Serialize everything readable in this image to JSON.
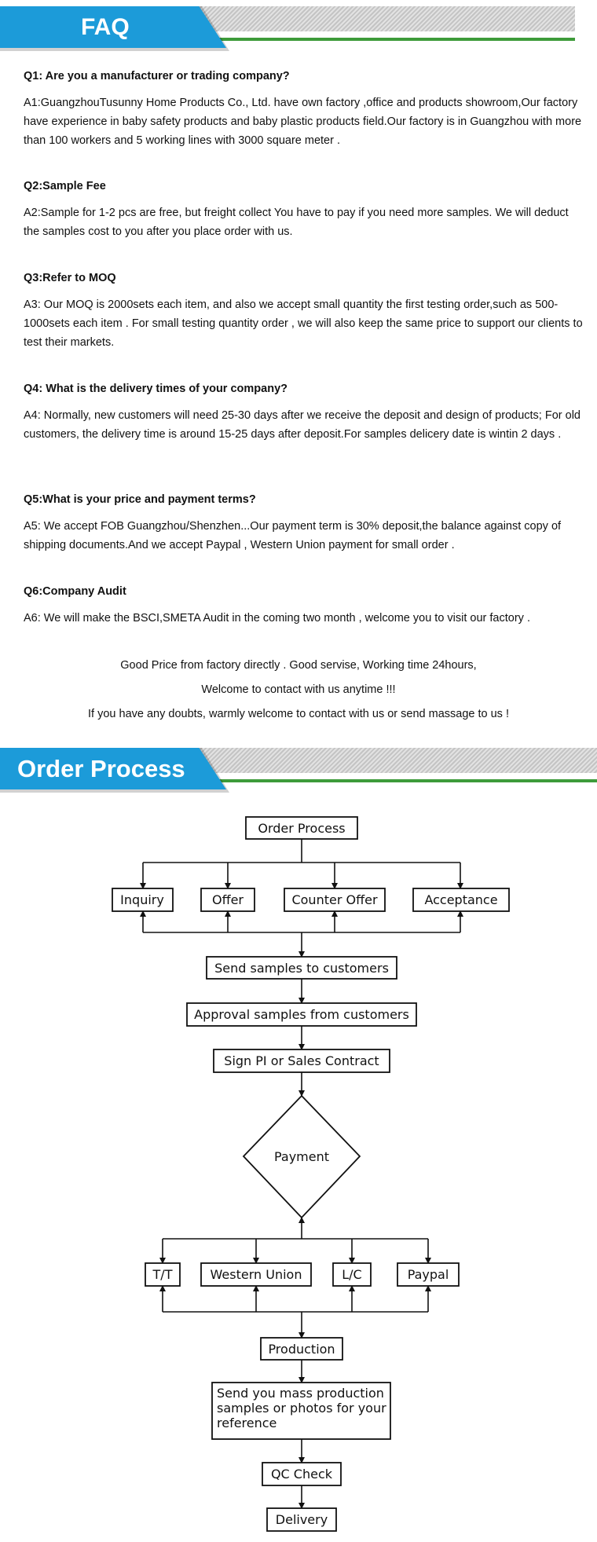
{
  "faq": {
    "title": "FAQ",
    "items": [
      {
        "q": "Q1: Are you a manufacturer or trading company?",
        "a": "A1:GuangzhouTusunny Home Products Co., Ltd. have own factory ,office and products showroom,Our factory have experience in baby safety products and baby plastic products field.Our factory is in Guangzhou with more than 100 workers and 5 working lines with 3000 square meter ."
      },
      {
        "q": "Q2:Sample Fee",
        "a": "A2:Sample for 1-2 pcs are free, but freight collect You have to pay if you need more samples. We will deduct the samples cost to you after you place order with us."
      },
      {
        "q": "Q3:Refer to MOQ",
        "a": "A3: Our MOQ is 2000sets each item, and also we accept small quantity the first testing order,such as 500-1000sets each item . For small testing quantity order , we will also keep the same price to support our clients to test their markets."
      },
      {
        "q": "Q4: What is the delivery times of your company?",
        "a": "A4: Normally, new customers will need 25-30 days after we receive the deposit and design of products; For old customers, the delivery time is around 15-25 days after deposit.For samples delicery date is wintin 2 days ."
      },
      {
        "q": "Q5:What is your price and payment terms?",
        "a": "A5: We accept FOB Guangzhou/Shenzhen...Our payment term is 30% deposit,the balance against copy of shipping documents.And we accept Paypal , Western Union payment for small order ."
      },
      {
        "q": "Q6:Company Audit",
        "a": "A6: We will make the BSCI,SMETA Audit in the coming two month , welcome you to visit our factory ."
      }
    ],
    "closing": [
      "Good Price from factory directly . Good servise, Working time 24hours,",
      "Welcome to contact with us anytime !!!",
      "If you have any doubts, warmly welcome to contact with us or send massage to us !"
    ]
  },
  "order": {
    "title": "Order Process",
    "flow": {
      "top": "Order Process",
      "options": [
        "Inquiry",
        "Offer",
        "Counter Offer",
        "Acceptance"
      ],
      "send_samples": "Send samples to customers",
      "approval": "Approval samples from customers",
      "sign": "Sign PI or Sales Contract",
      "payment": "Payment",
      "payment_methods": [
        "T/T",
        "Western Union",
        "L/C",
        "Paypal"
      ],
      "production": "Production",
      "mass_lines": [
        "Send you mass production",
        "samples or photos for your",
        "reference"
      ],
      "qc": "QC Check",
      "delivery": "Delivery"
    }
  }
}
